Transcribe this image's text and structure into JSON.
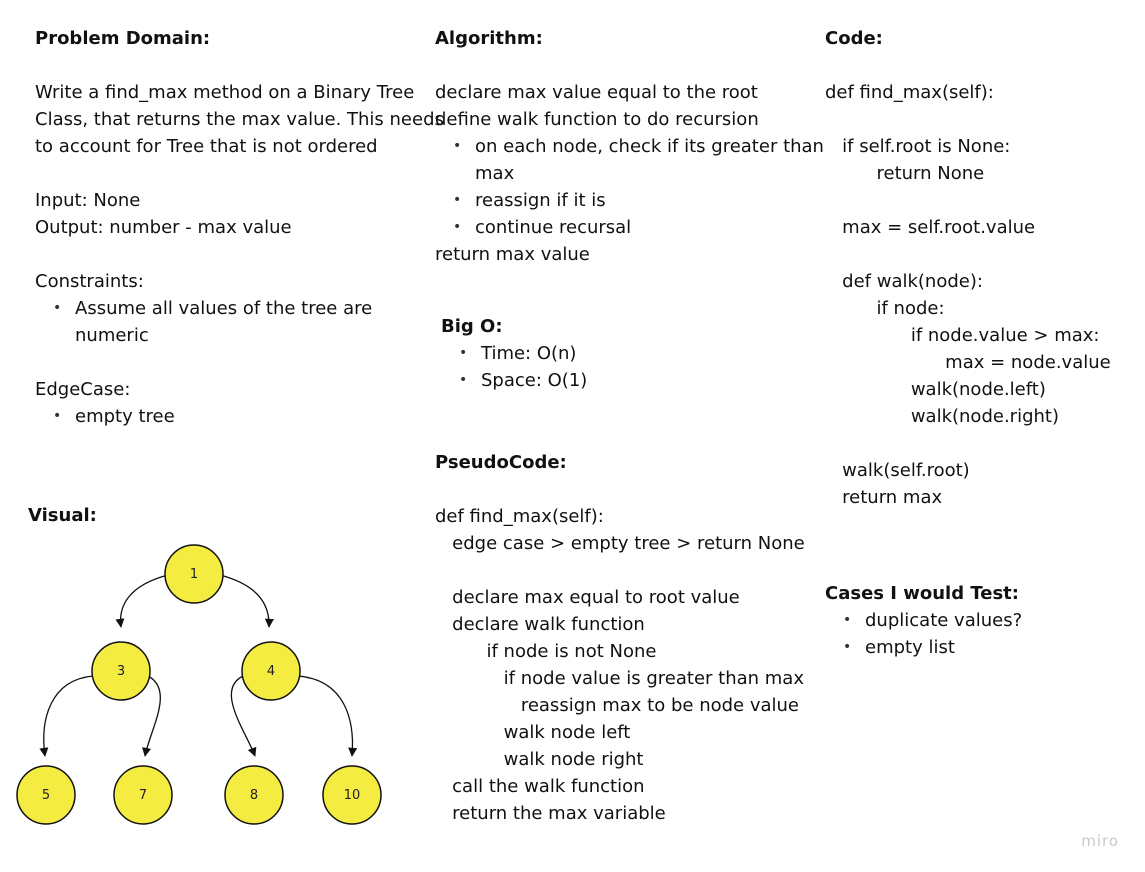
{
  "problem_domain": {
    "heading": "Problem Domain:",
    "description_lines": [
      "Write a find_max method on a Binary Tree",
      "Class, that returns the max value. This needs",
      "to account for Tree that is not ordered"
    ],
    "input": "Input: None",
    "output": "Output: number - max value",
    "constraints_heading": "Constraints:",
    "constraints": [
      "Assume all values of the tree are",
      "numeric"
    ],
    "edgecase_heading": "EdgeCase:",
    "edgecases": [
      "empty tree"
    ]
  },
  "algorithm": {
    "heading": "Algorithm:",
    "lines_before": [
      "declare max value equal to the root",
      "define walk function to do recursion"
    ],
    "bullets": [
      [
        "on each node, check if its greater than",
        "max"
      ],
      [
        "reassign if it is"
      ],
      [
        "continue recursal"
      ]
    ],
    "line_after": "return max value"
  },
  "big_o": {
    "heading": "Big O:",
    "items": [
      "Time: O(n)",
      "Space: O(1)"
    ]
  },
  "pseudocode": {
    "heading": "PseudoCode:",
    "lines": [
      "def find_max(self):",
      "   edge case > empty tree > return None",
      "",
      "   declare max equal to root value",
      "   declare walk function",
      "         if node is not None",
      "            if node value is greater than max",
      "               reassign max to be node value",
      "            walk node left",
      "            walk node right",
      "   call the walk function",
      "   return the max variable"
    ]
  },
  "code": {
    "heading": "Code:",
    "lines": [
      "def find_max(self):",
      "",
      "   if self.root is None:",
      "         return None",
      "",
      "   max = self.root.value",
      "",
      "   def walk(node):",
      "         if node:",
      "               if node.value > max:",
      "                     max = node.value",
      "               walk(node.left)",
      "               walk(node.right)",
      "",
      "   walk(self.root)",
      "   return max"
    ]
  },
  "cases": {
    "heading": "Cases I would Test:",
    "items": [
      "duplicate values?",
      "empty list"
    ]
  },
  "visual": {
    "heading": "Visual:",
    "node_fill": "#f5ec42",
    "node_stroke": "#111111",
    "nodes": [
      "1",
      "3",
      "4",
      "5",
      "7",
      "8",
      "10"
    ]
  },
  "watermark": "miro"
}
